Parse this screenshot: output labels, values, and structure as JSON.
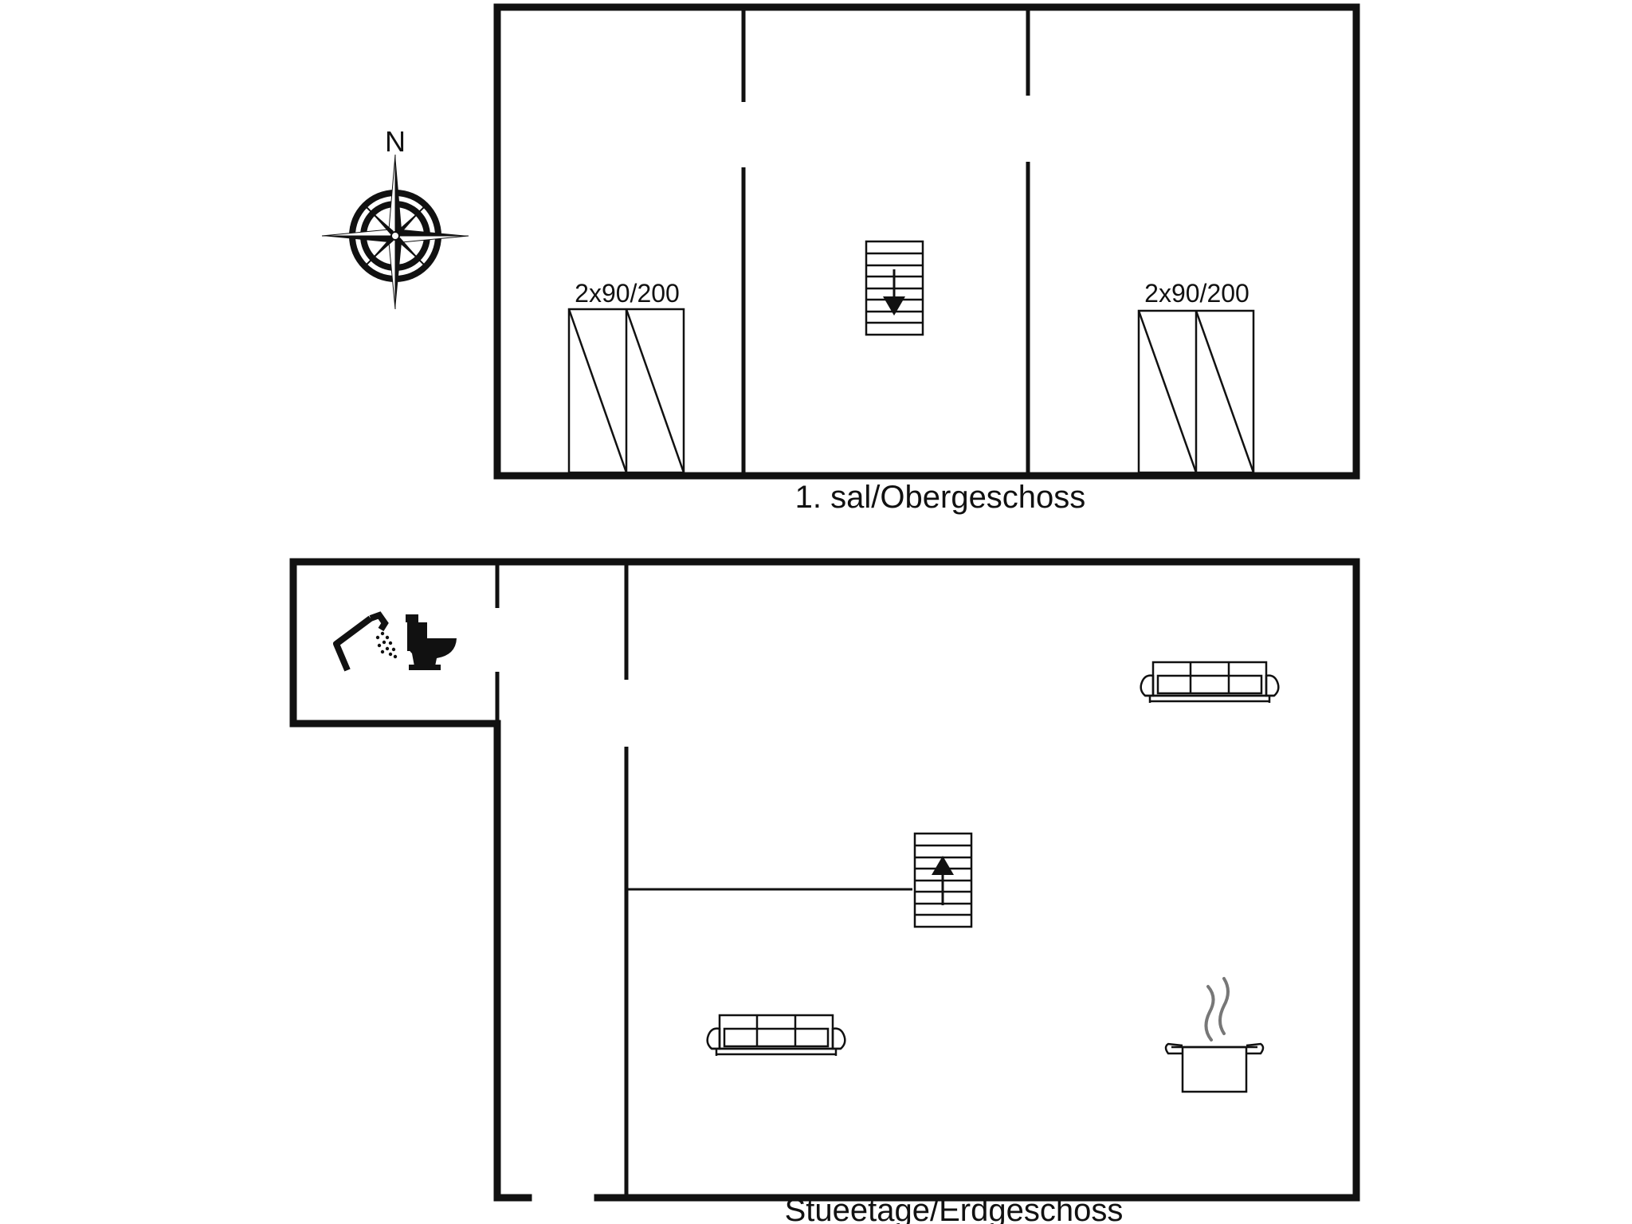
{
  "compass": {
    "north_label": "N",
    "icon": "compass-rose-icon"
  },
  "upper_floor": {
    "name": "1. sal/Obergeschoss",
    "beds": [
      {
        "label": "2x90/200",
        "icon": "twin-bed-icon"
      },
      {
        "label": "2x90/200",
        "icon": "twin-bed-icon"
      }
    ],
    "stairs": {
      "direction": "down",
      "icon": "stairs-down-icon"
    }
  },
  "ground_floor": {
    "name": "Stueetage/Erdgeschoss",
    "bathroom": {
      "icons": [
        "shower-icon",
        "toilet-icon"
      ]
    },
    "sofas": [
      {
        "icon": "sofa-icon"
      },
      {
        "icon": "sofa-icon"
      }
    ],
    "kitchen": {
      "icon": "cooking-pot-icon"
    },
    "stairs": {
      "direction": "up",
      "icon": "stairs-up-icon"
    }
  },
  "colors": {
    "wall": "#111111",
    "background": "#ffffff"
  }
}
